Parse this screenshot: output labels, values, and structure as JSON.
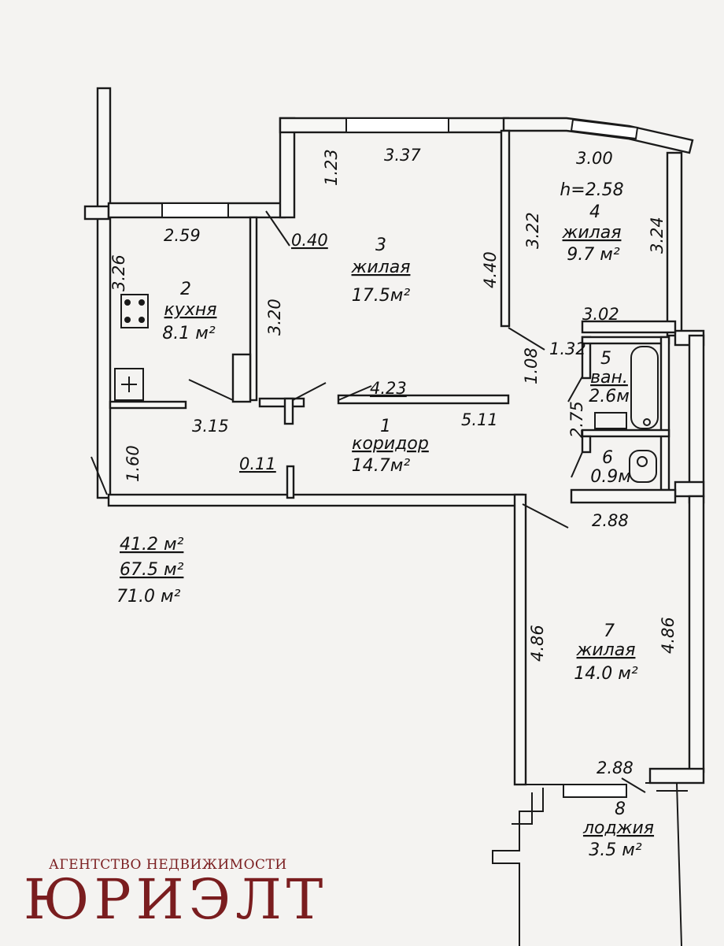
{
  "plan": {
    "rooms": [
      {
        "id": "1",
        "name": "коридор",
        "area": "14.7м²"
      },
      {
        "id": "2",
        "name": "кухня",
        "area": "8.1 м²"
      },
      {
        "id": "3",
        "name": "жилая",
        "area": "17.5м²"
      },
      {
        "id": "4",
        "name": "жилая",
        "area": "9.7 м²",
        "height": "h=2.58"
      },
      {
        "id": "5",
        "name": "ван.",
        "area": "2.6м"
      },
      {
        "id": "6",
        "name": "",
        "area": "0.9м"
      },
      {
        "id": "7",
        "name": "жилая",
        "area": "14.0 м²"
      },
      {
        "id": "8",
        "name": "лоджия",
        "area": "3.5 м²"
      }
    ],
    "dimensions": {
      "d_337": "3.37",
      "d_123": "1.23",
      "d_300": "3.00",
      "d_259": "2.59",
      "d_040": "0.40",
      "d_326": "3.26",
      "d_320": "3.20",
      "d_440": "4.40",
      "d_322": "3.22",
      "d_324": "3.24",
      "d_302": "3.02",
      "d_132": "1.32",
      "d_108": "1.08",
      "d_423": "4.23",
      "d_315": "3.15",
      "d_511": "5.11",
      "d_275": "2.75",
      "d_160": "1.60",
      "d_011": "0.11",
      "d_288a": "2.88",
      "d_486a": "4.86",
      "d_486b": "4.86",
      "d_288b": "2.88"
    },
    "totals": {
      "living": "41.2 м²",
      "total": "67.5 м²",
      "total_with_loggia": "71.0 м²"
    }
  },
  "brand": {
    "tagline": "АГЕНТСТВО НЕДВИЖИМОСТИ",
    "name": "ЮРИЭЛТ",
    "color": "#7a1d1f"
  }
}
